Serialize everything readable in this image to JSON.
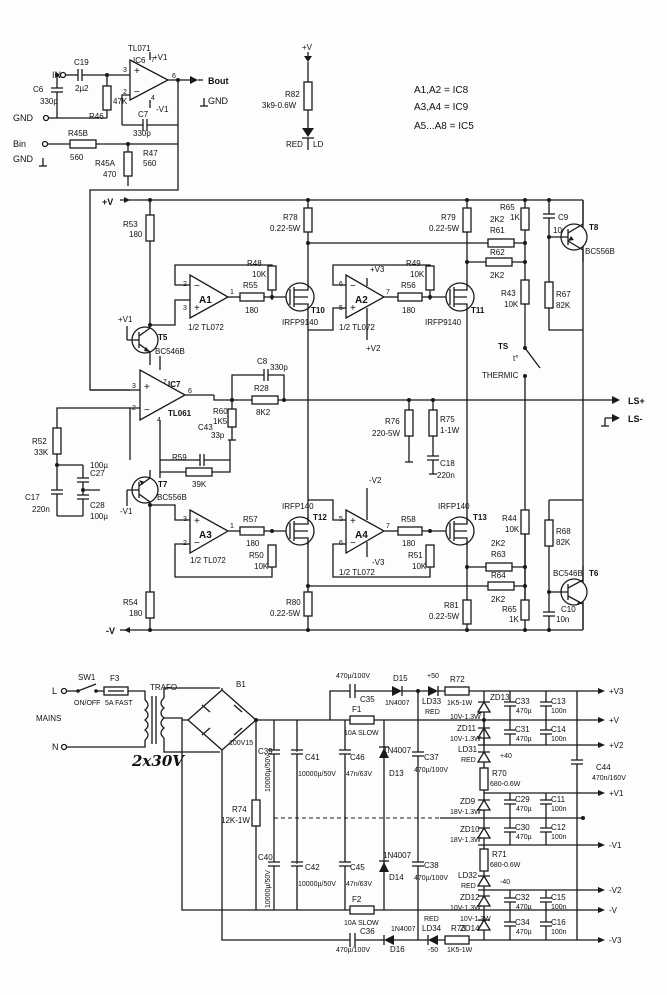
{
  "legend": {
    "l1": "A1,A2 = IC8",
    "l2": "A3,A4 = IC9",
    "l3": "A5...A8 = IC5"
  },
  "ports": {
    "in": "IN",
    "gnd": "GND",
    "bin": "Bin",
    "bout": "Bout",
    "plus_v": "+V",
    "minus_v": "-V",
    "plus_v1": "+V1",
    "minus_v1": "-V1",
    "plus_v2": "+V2",
    "minus_v2": "-V2",
    "plus_v3": "+V3",
    "minus_v3": "-V3",
    "ls_plus": "LS+",
    "ls_minus": "LS-",
    "l": "L",
    "n": "N",
    "mains": "MAINS"
  },
  "ic": {
    "ic6": "IC6",
    "tl071": "TL071",
    "ic7": "IC7",
    "tl061": "TL061",
    "a1": "A1",
    "a2": "A2",
    "a3": "A3",
    "a4": "A4",
    "tl072": "1/2 TL072"
  },
  "input": {
    "c6": "C6",
    "c6v": "330p",
    "c19": "C19",
    "c19v": "2µ2",
    "r46": "R46",
    "r46v": "47K",
    "c7": "C7",
    "c7v": "330p",
    "r45b": "R45B",
    "r45bv": "560",
    "r47": "R47",
    "r47v": "560",
    "r45a": "R45A",
    "r45av": "470"
  },
  "led": {
    "r82": "R82",
    "r82v": "3k9-0.6W",
    "red": "RED",
    "ld": "LD"
  },
  "amp": {
    "r53": "R53",
    "r53v": "180",
    "t5": "T5",
    "t5v": "BC546B",
    "r48": "R48",
    "r48v": "10K",
    "r55": "R55",
    "r55v": "180",
    "r78": "R78",
    "r78v": "0.22-5W",
    "t10": "T10",
    "t10v": "IRFP9140",
    "r49": "R49",
    "r49v": "10K",
    "r56": "R56",
    "r56v": "180",
    "r79": "R79",
    "r79v": "0.22-5W",
    "t11": "T11",
    "t11v": "IRFP9140",
    "r65": "R65",
    "r65v": "1K",
    "c9": "C9",
    "c9v": "10n",
    "r61": "R61",
    "r61v": "2K2",
    "r62": "R62",
    "r62v": "2K2",
    "t8": "T8",
    "t8v": "BC556B",
    "r43": "R43",
    "r43v": "10K",
    "r67": "R67",
    "r67v": "82K",
    "ts": "TS",
    "thermic": "THERMIC",
    "c8": "C8",
    "c8v": "330p",
    "r28": "R28",
    "r28v": "8K2",
    "r60": "R60",
    "r60v": "1K5",
    "c43": "C43",
    "c43v": "33p",
    "r59": "R59",
    "r59v": "39K",
    "r76": "R76",
    "r76v": "220-5W",
    "r75": "R75",
    "r75v": "1-1W",
    "c18": "C18",
    "c18v": "220n",
    "r52": "R52",
    "r52v": "33K",
    "c27": "C27",
    "c27v": "100µ",
    "c17": "C17",
    "c17v": "220n",
    "c28": "C28",
    "c28v": "100µ",
    "t7": "T7",
    "t7v": "BC556B",
    "r57": "R57",
    "r57v": "180",
    "r50": "R50",
    "r50v": "10K",
    "t12": "T12",
    "t12v": "IRFP140",
    "r58": "R58",
    "r58v": "180",
    "r51": "R51",
    "r51v": "10K",
    "t13": "T13",
    "t13v": "IRFP140",
    "r44": "R44",
    "r44v": "10K",
    "r68": "R68",
    "r68v": "82K",
    "r63": "R63",
    "r63v": "2K2",
    "r64": "R64",
    "r64v": "2K2",
    "t6": "T6",
    "t6v": "BC546B",
    "c10": "C10",
    "c10v": "10n",
    "r54": "R54",
    "r54v": "180",
    "r80": "R80",
    "r80v": "0.22-5W",
    "r81": "R81",
    "r81v": "0.22-5W"
  },
  "psu": {
    "sw1": "SW1",
    "sw1v": "ON/OFF",
    "f3": "F3",
    "f3v": "5A FAST",
    "trafo": "TRAFO",
    "trafo_v": "2x30V",
    "b1": "B1",
    "b1v": "100V15",
    "c35": "C35",
    "c35v": "470µ/100V",
    "d15": "D15",
    "d15v": "1N4007",
    "p50": "+50",
    "ld33": "LD33",
    "red": "RED",
    "r72": "R72",
    "r72v": "1K5-1W",
    "f1": "F1",
    "f1v": "10A SLOW",
    "f2": "F2",
    "f2v": "10A SLOW",
    "c39": "C39",
    "c39v": "10000µ/50V",
    "c41": "C41",
    "c41v": "10000µ/50V",
    "c46": "C46",
    "c46v": "47n/63V",
    "d13": "D13",
    "d13v": "1N4007",
    "c37": "C37",
    "c37v": "470µ/100V",
    "r74": "R74",
    "r74v": "12K-1W",
    "c40": "C40",
    "c40v": "10000µ/50V",
    "c42": "C42",
    "c42v": "10000µ/50V",
    "c45": "C45",
    "c45v": "47n/63V",
    "d14": "D14",
    "d14v": "1N4007",
    "c38": "C38",
    "c38v": "470µ/100V",
    "c36": "C36",
    "c36v": "470µ/100V",
    "d16": "D16",
    "d16v": "1N4007",
    "ld34": "LD34",
    "m50": "-50",
    "r73": "R73",
    "r73v": "1K5-1W",
    "zd13": "ZD13",
    "zd13v": "10V-1.3W",
    "c33": "C33",
    "c33v": "470µ",
    "c13": "C13",
    "c13v": "100n",
    "zd11": "ZD11",
    "zd11v": "10V-1.3W",
    "c31": "C31",
    "c31v": "470µ",
    "c14": "C14",
    "c14v": "100n",
    "ld31": "LD31",
    "p40": "+40",
    "r70": "R70",
    "r70v": "680-0.6W",
    "c44": "C44",
    "c44v": "470n/160V",
    "zd9": "ZD9",
    "zd9v": "18V-1.3W",
    "c29": "C29",
    "c29v": "470µ",
    "c11": "C11",
    "c11v": "100n",
    "zd10": "ZD10",
    "zd10v": "18V-1.3W",
    "c30": "C30",
    "c30v": "470µ",
    "c12": "C12",
    "c12v": "100n",
    "r71": "R71",
    "r71v": "680-0.6W",
    "ld32": "LD32",
    "m40": "-40",
    "zd12": "ZD12",
    "zd12v": "10V-1.3W",
    "c32": "C32",
    "c32v": "470µ",
    "c15": "C15",
    "c15v": "100n",
    "zd14": "ZD14",
    "zd14v": "10V-1.3W",
    "c34": "C34",
    "c34v": "470µ",
    "c16": "C16",
    "c16v": "100n"
  }
}
